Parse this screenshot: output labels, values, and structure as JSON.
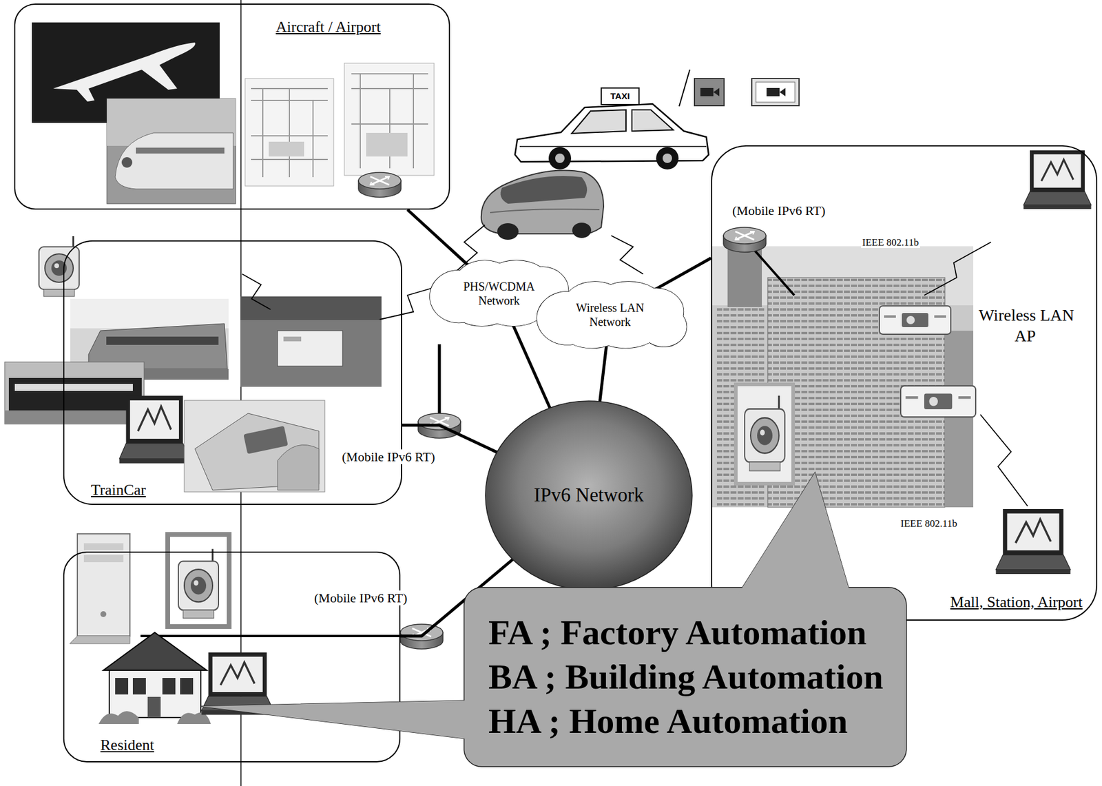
{
  "diagram": {
    "nodes": [
      {
        "text": [
          "Aircraft / Airport"
        ]
      },
      {
        "text": [
          "Mall, Station, Airport"
        ]
      },
      {
        "text": [
          "PHS/WCDMA Network"
        ]
      },
      {
        "text": [
          "Wireless LAN Network"
        ]
      },
      {
        "text": [
          "TrainCar"
        ]
      },
      {
        "text": [
          "IPv6 Network"
        ]
      },
      {
        "text": [
          "Resident"
        ]
      },
      {
        "text": [
          "FA ; Factory Automation",
          "BA ; Building Automation",
          "HA ; Home Automation"
        ]
      }
    ],
    "edges": [
      {
        "from": 0,
        "to": 2,
        "arrow": "none"
      },
      {
        "from": 4,
        "to": 5,
        "arrow": "none"
      },
      {
        "from": 6,
        "to": 5,
        "arrow": "none"
      },
      {
        "from": 1,
        "to": 3,
        "arrow": "none"
      },
      {
        "from": 2,
        "to": 5,
        "arrow": "none"
      },
      {
        "from": 3,
        "to": 5,
        "arrow": "none"
      }
    ],
    "labels": [
      "TAXI",
      "(Mobile IPv6 RT)",
      "IEEE 802.11b",
      "Wireless LAN AP",
      "(Mobile IPv6 RT)",
      "IEEE 802.11b",
      "(Mobile IPv6 RT)"
    ]
  }
}
